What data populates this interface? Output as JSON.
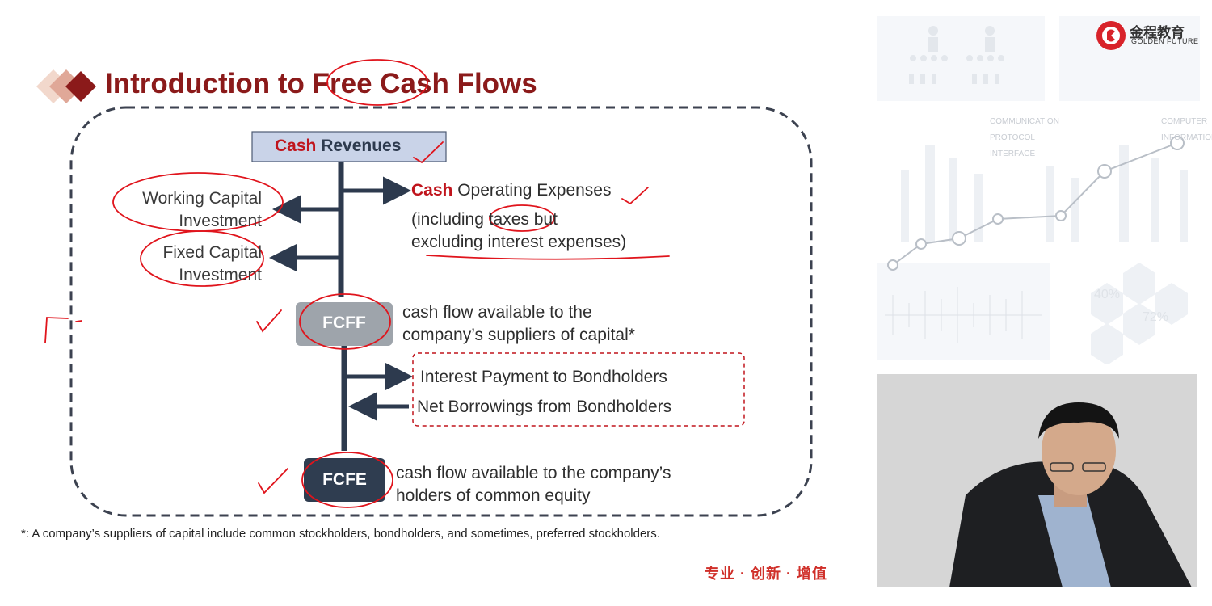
{
  "slide": {
    "title": "Introduction to Free Cash Flows",
    "footnote": "*: A company’s suppliers of capital include common stockholders, bondholders, and sometimes, preferred stockholders.",
    "slogan": "专业 · 创新 · 增值"
  },
  "logo": {
    "chinese": "金程教育",
    "english": "GOLDEN FUTURE"
  },
  "diagram": {
    "top_box": {
      "word1": "Cash",
      "word2": "Revenues"
    },
    "working_capital": {
      "line1": "Working Capital",
      "line2": "Investment"
    },
    "fixed_capital": {
      "line1": "Fixed Capital",
      "line2": "Investment"
    },
    "opex": {
      "word1": "Cash",
      "rest": "Operating Expenses",
      "line2": "(including taxes but",
      "line3": "excluding interest expenses)"
    },
    "fcff": {
      "label": "FCFF",
      "line1": "cash flow available to the",
      "line2": "company’s suppliers of capital*"
    },
    "bond": {
      "interest": "Interest Payment to Bondholders",
      "borrowings": "Net Borrowings from Bondholders"
    },
    "fcfe": {
      "label": "FCFE",
      "line1": "cash flow available to the company’s",
      "line2": "holders of common equity"
    }
  },
  "background": {
    "labels": [
      "COMMUNICATION",
      "PROTOCOL",
      "INTERFACE",
      "COMPUTER",
      "INFORMATION"
    ],
    "percent_1": "40%",
    "percent_2": "72%"
  },
  "colors": {
    "title": "#8b1a1a",
    "accent_red": "#c0141c",
    "navy": "#2d3a4e",
    "box_blue": "#c9d3e8",
    "fcff_gray": "#9ea4ab",
    "fcfe_navy": "#2f3d50",
    "annotation": "#e0141c"
  }
}
